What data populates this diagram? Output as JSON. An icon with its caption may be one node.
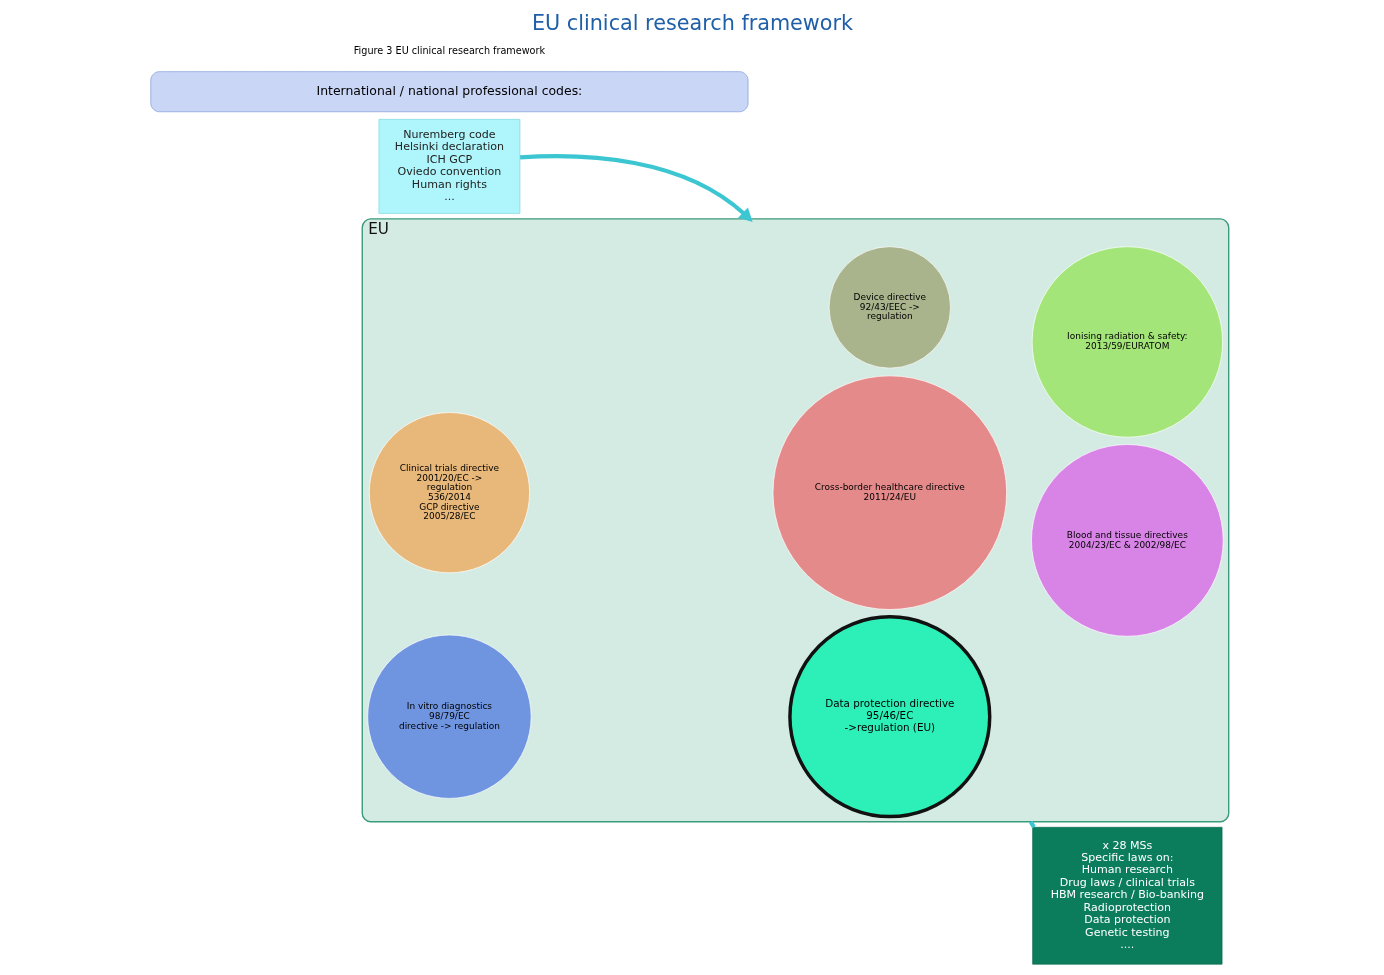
{
  "diagram": {
    "title": "EU clinical research framework",
    "caption": "Figure 3 EU clinical research framework",
    "nodes": [
      {
        "text": [
          "Nuremberg code",
          "Helsinki declaration",
          "ICH GCP",
          "Oviedo convention",
          "Human rights",
          "..."
        ]
      },
      {
        "text": [
          "EU"
        ]
      },
      {
        "text": [
          "Cross-border healthcare directive",
          "2011/24/EU"
        ],
        "in": 1
      },
      {
        "text": [
          "Blood and tissue directives",
          "2004/23/EC & 2002/98/EC"
        ],
        "in": 1
      },
      {
        "text": [
          "Clinical trials directive",
          "2001/20/EC ->",
          "regulation",
          "536/2014",
          "GCP directive",
          "2005/28/EC"
        ],
        "in": 1
      },
      {
        "text": [
          "Data protection directive",
          "95/46/EC",
          "->regulation (EU)"
        ],
        "in": 1
      },
      {
        "text": [
          "Ionising radiation & safety:",
          "2013/59/EURATOM"
        ],
        "in": 1
      },
      {
        "text": [
          "In vitro diagnostics",
          "98/79/EC",
          "directive -> regulation"
        ],
        "in": 1
      },
      {
        "text": [
          "Device directive",
          "92/43/EEC ->",
          "regulation"
        ],
        "in": 1
      },
      {
        "text": [
          "x 28 MSs",
          "Specific laws on:",
          "Human research",
          "Drug laws / clinical trials",
          "HBM research / Bio-banking",
          "Radioprotection",
          "Data protection",
          "Genetic testing",
          "...."
        ]
      },
      {
        "text": [
          "International / national professional codes:"
        ]
      }
    ],
    "edges": [
      {
        "from": 0,
        "to": 1,
        "arrow": "to"
      },
      {
        "from": 1,
        "to": 9,
        "arrow": "none"
      }
    ]
  }
}
